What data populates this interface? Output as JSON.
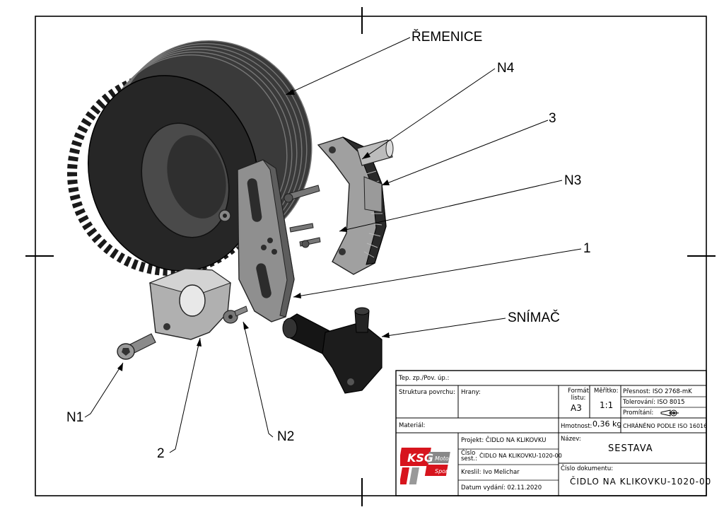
{
  "callouts": {
    "remenice": "ŘEMENICE",
    "n4": "N4",
    "c3": "3",
    "n3": "N3",
    "c1": "1",
    "snimac": "SNÍMAČ",
    "n1": "N1",
    "c2": "2",
    "n2": "N2"
  },
  "title_block": {
    "tep_zp": "Tep. zp./Pov. úp.:",
    "struktura": "Struktura povrchu:",
    "hrany": "Hrany:",
    "format_label": "Formát listu:",
    "format_value": "A3",
    "meritko_label": "Měřítko:",
    "meritko_value": "1:1",
    "presnost": "Přesnost: ISO 2768-mK",
    "tolerovani": "Tolerování: ISO 8015",
    "promitani": "Promítání:",
    "material": "Materiál:",
    "hmotnost_label": "Hmotnost:",
    "hmotnost_value": "0,36 kg",
    "chraneno": "CHRÁNĚNO PODLE ISO 16016",
    "projekt": "Projekt: ČIDLO NA KLIKOVKU",
    "cislo_sest_label": "Číslo sest.:",
    "cislo_sest_value": "ČIDLO NA KLIKOVKU-1020-00",
    "kreslil": "Kreslil: Ivo Melichar",
    "datum": "Datum vydání: 02.11.2020",
    "nazev_label": "Název:",
    "nazev_value": "SESTAVA",
    "cislo_dok_label": "Číslo dokumentu:",
    "cislo_dok_value": "ČIDLO NA KLIKOVKU-1020-00"
  },
  "logo": {
    "main": "KSG",
    "top": "Motor",
    "bottom": "Sport"
  },
  "colors": {
    "accent_red": "#d7141d",
    "part_dark": "#2a2a2a",
    "part_grey": "#9a9a9a"
  }
}
